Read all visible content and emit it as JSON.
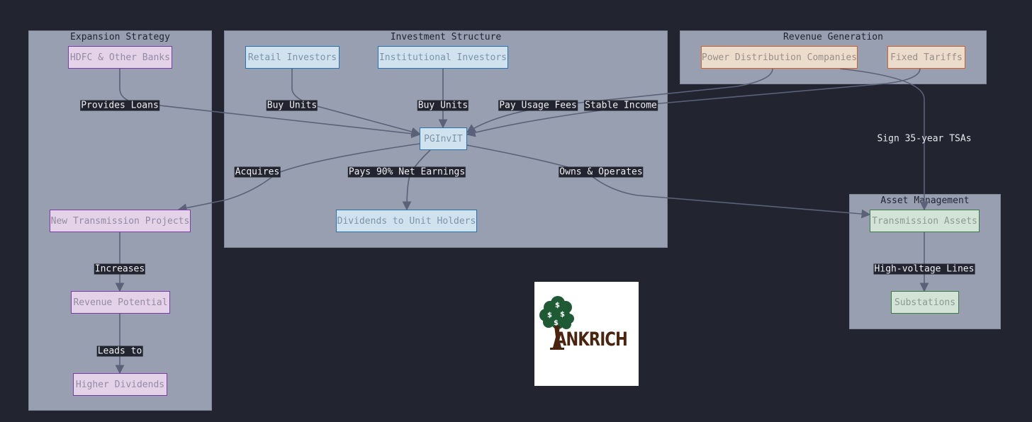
{
  "clusters": {
    "expansion": "Expansion Strategy",
    "investment": "Investment Structure",
    "revenue": "Revenue Generation",
    "asset": "Asset Management"
  },
  "nodes": {
    "hdfc": "HDFC & Other Banks",
    "retail": "Retail Investors",
    "institutional": "Institutional Investors",
    "pginvit": "PGInvIT",
    "dividends": "Dividends to Unit Holders",
    "power_dist": "Power Distribution Companies",
    "fixed_tariffs": "Fixed Tariffs",
    "new_projects": "New Transmission Projects",
    "revenue_potential": "Revenue Potential",
    "higher_dividends": "Higher Dividends",
    "transmission_assets": "Transmission Assets",
    "substations": "Substations"
  },
  "edges": {
    "provides_loans": "Provides Loans",
    "buy_units_retail": "Buy Units",
    "buy_units_inst": "Buy Units",
    "pay_usage_fees": "Pay Usage Fees",
    "stable_income": "Stable Income",
    "sign_tsas": "Sign 35-year TSAs",
    "acquires": "Acquires",
    "pays_earnings": "Pays 90% Net Earnings",
    "owns_operates": "Owns & Operates",
    "increases": "Increases",
    "leads_to": "Leads to",
    "hv_lines": "High-voltage Lines"
  },
  "logo": {
    "text": "ANKRICH",
    "icon": "money-tree-icon"
  },
  "colors": {
    "background": "#22252f",
    "cluster": "#989fb1",
    "edge": "#5a6178"
  }
}
